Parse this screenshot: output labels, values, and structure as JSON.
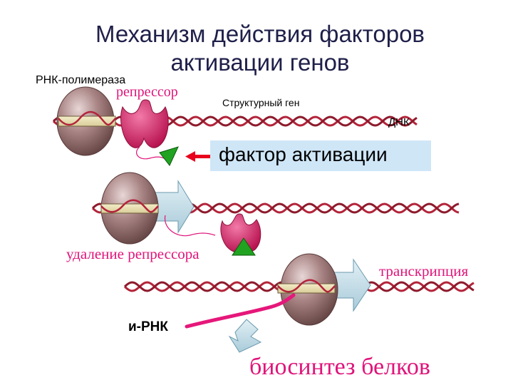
{
  "slide": {
    "title": "Механизм действия факторов\nактивации генов"
  },
  "labels": {
    "rna_polymerase": "РНК-полимераза",
    "repressor": "репрессор",
    "structural_gene": "Структурный ген",
    "dna": "ДНК",
    "activation_factor": "фактор активации",
    "repressor_removal": "удаление репрессора",
    "transcription": "транскрипция",
    "mrna": "и-РНК",
    "protein_biosynthesis": "биосинтез белков"
  },
  "colors": {
    "dna_strand": "#b3243a",
    "polymerase_body": "#8f6868",
    "repressor": "#d81b60",
    "activator": "#21a321",
    "mrna": "#e6177a",
    "arrow_fill": "#c9e1ec",
    "label_pink": "#e0147a",
    "factor_box": "#cfe6f7",
    "red_arrow": "#e8001c"
  }
}
